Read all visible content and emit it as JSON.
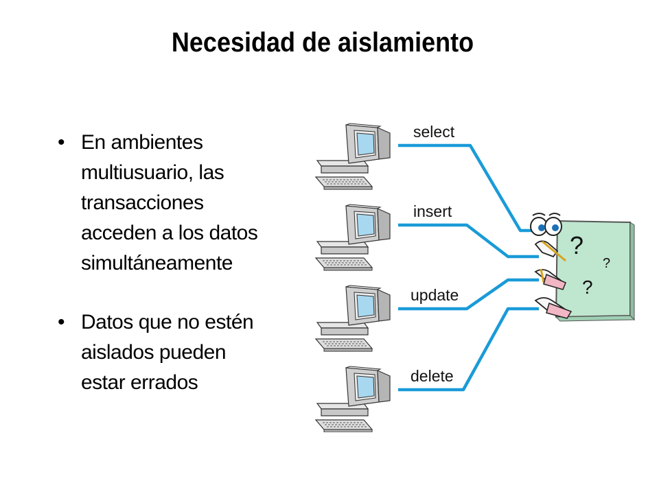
{
  "slide": {
    "title": "Necesidad de aislamiento",
    "bullets": [
      {
        "lines": [
          "En ambientes",
          "multiusuario, las",
          "transacciones",
          "acceden a los datos",
          "simultáneamente"
        ]
      },
      {
        "lines": [
          "Datos que no estén",
          "aislados pueden",
          "estar errados"
        ]
      }
    ]
  },
  "diagram": {
    "operations": [
      "select",
      "insert",
      "update",
      "delete"
    ],
    "question_marks": [
      "?",
      "?",
      "?"
    ],
    "colors": {
      "connector": "#1a9bd7",
      "database_fill": "#bfe6cf",
      "monitor_screen": "#a8d8ef",
      "computer_body": "#d8d8d8"
    }
  }
}
